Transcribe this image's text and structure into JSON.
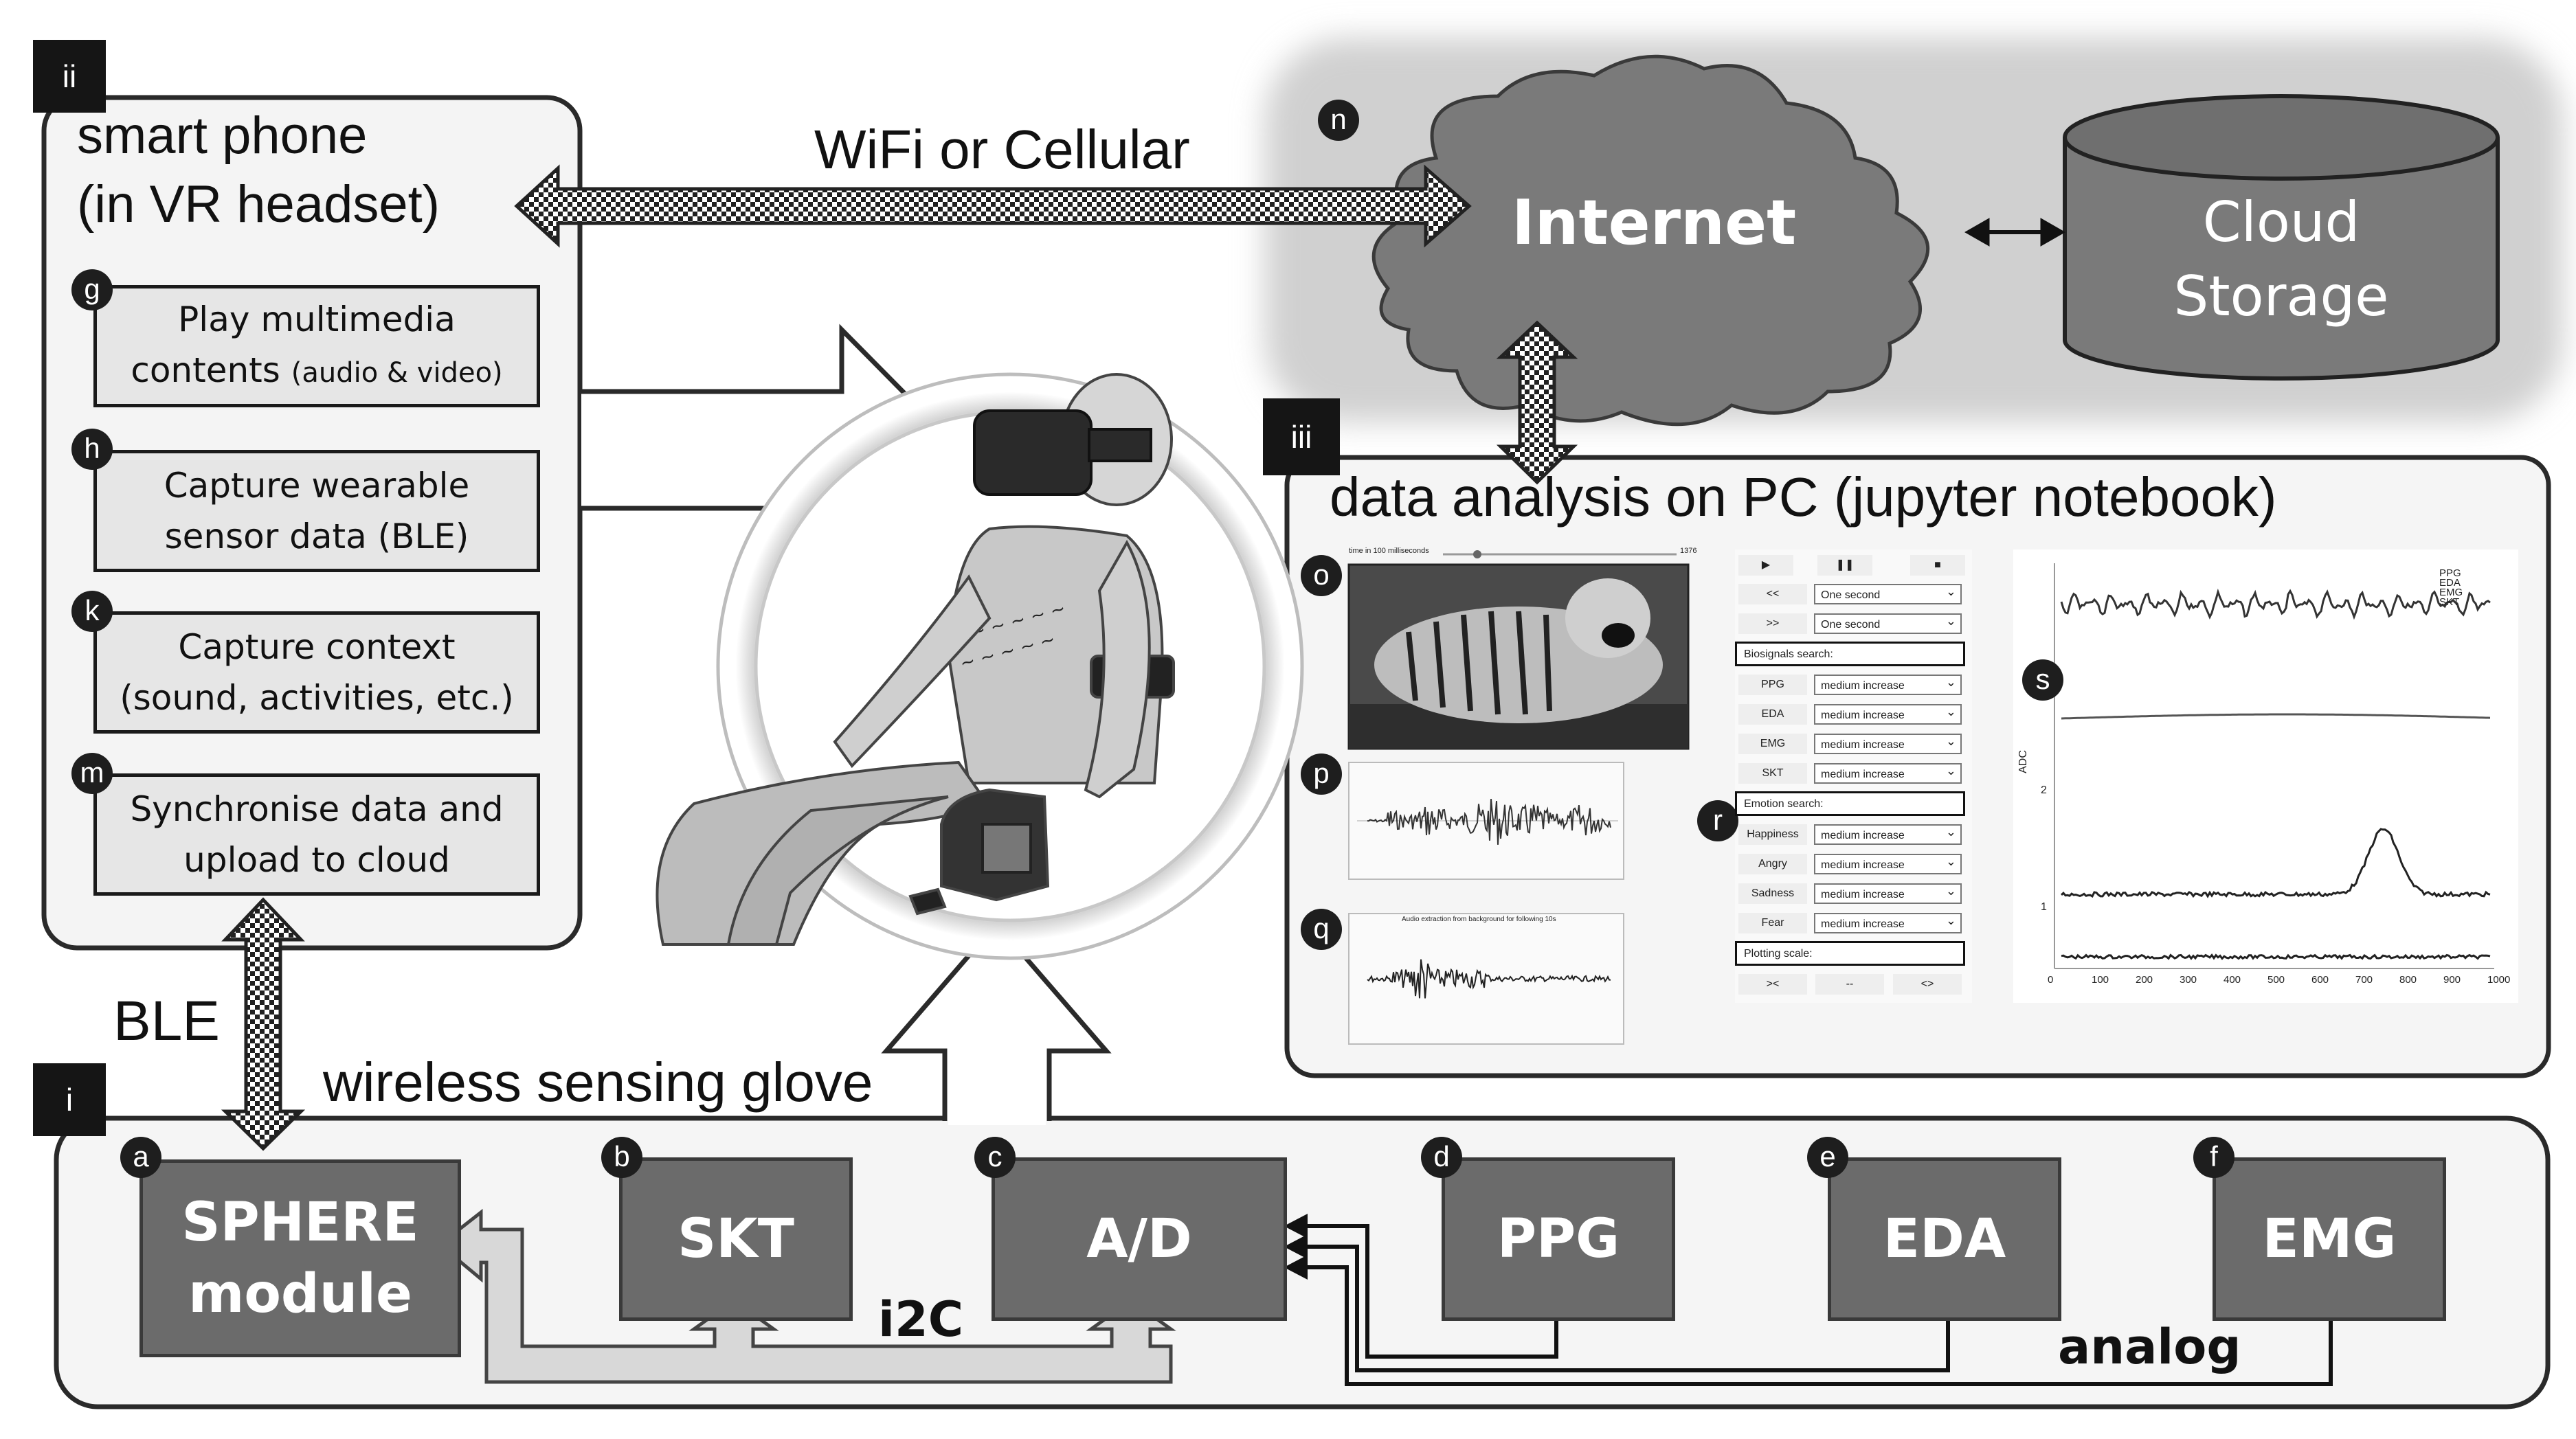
{
  "tags": {
    "phone": "ii",
    "glove": "i",
    "pc": "iii"
  },
  "phone": {
    "title_line1": "smart phone",
    "title_line2": "(in VR headset)",
    "boxes": [
      {
        "circle": "g",
        "line1": "Play multimedia",
        "line2": "contents",
        "line2_small": "(audio & video)"
      },
      {
        "circle": "h",
        "line1": "Capture wearable",
        "line2": "sensor data (BLE)"
      },
      {
        "circle": "k",
        "line1": "Capture context",
        "line2": "(sound, activities, etc.)"
      },
      {
        "circle": "m",
        "line1": "Synchronise data and",
        "line2": "upload to cloud"
      }
    ]
  },
  "connections": {
    "wifi_label": "WiFi or Cellular",
    "ble_label": "BLE",
    "i2c_label": "i2C",
    "analog_label": "analog"
  },
  "cloud": {
    "circle": "n",
    "internet_label": "Internet",
    "storage_line1": "Cloud",
    "storage_line2": "Storage"
  },
  "pc": {
    "title": "data analysis on PC (jupyter notebook)",
    "circles": {
      "video": "o",
      "audio_wave": "p",
      "audio_extract": "q",
      "controls": "r",
      "plot": "s"
    },
    "video": {
      "slider_label": "time in 100 milliseconds",
      "slider_max": "1376"
    },
    "audio_q_caption": "Audio extraction from background for following 10s",
    "player_buttons": {
      "play": "▶",
      "pause": "❚❚",
      "stop": "■"
    },
    "step_rows": [
      {
        "button": "<<",
        "value": "One second"
      },
      {
        "button": ">>",
        "value": "One second"
      }
    ],
    "biosignals_header": "Biosignals search:",
    "biosignals": [
      {
        "name": "PPG",
        "value": "medium increase"
      },
      {
        "name": "EDA",
        "value": "medium increase"
      },
      {
        "name": "EMG",
        "value": "medium increase"
      },
      {
        "name": "SKT",
        "value": "medium increase"
      }
    ],
    "emotion_header": "Emotion search:",
    "emotions": [
      {
        "name": "Happiness",
        "value": "medium increase"
      },
      {
        "name": "Angry",
        "value": "medium increase"
      },
      {
        "name": "Sadness",
        "value": "medium increase"
      },
      {
        "name": "Fear",
        "value": "medium increase"
      }
    ],
    "plotting_header": "Plotting scale:",
    "scale_buttons": [
      "><",
      "--",
      "<>"
    ]
  },
  "chart_data": {
    "type": "line",
    "ylabel": "ADC",
    "x_ticks": [
      "0",
      "100",
      "200",
      "300",
      "400",
      "500",
      "600",
      "700",
      "800",
      "900",
      "1000"
    ],
    "y_ticks": [
      "1",
      "2"
    ],
    "legend": [
      "PPG",
      "EDA",
      "EMG",
      "SKT"
    ],
    "legend_position": "top-right",
    "xlim": [
      0,
      1000
    ]
  },
  "glove": {
    "title": "wireless sensing glove",
    "modules": [
      {
        "circle": "a",
        "line1": "SPHERE",
        "line2": "module"
      },
      {
        "circle": "b",
        "line1": "SKT"
      },
      {
        "circle": "c",
        "line1": "A/D"
      },
      {
        "circle": "d",
        "line1": "PPG"
      },
      {
        "circle": "e",
        "line1": "EDA"
      },
      {
        "circle": "f",
        "line1": "EMG"
      }
    ]
  }
}
